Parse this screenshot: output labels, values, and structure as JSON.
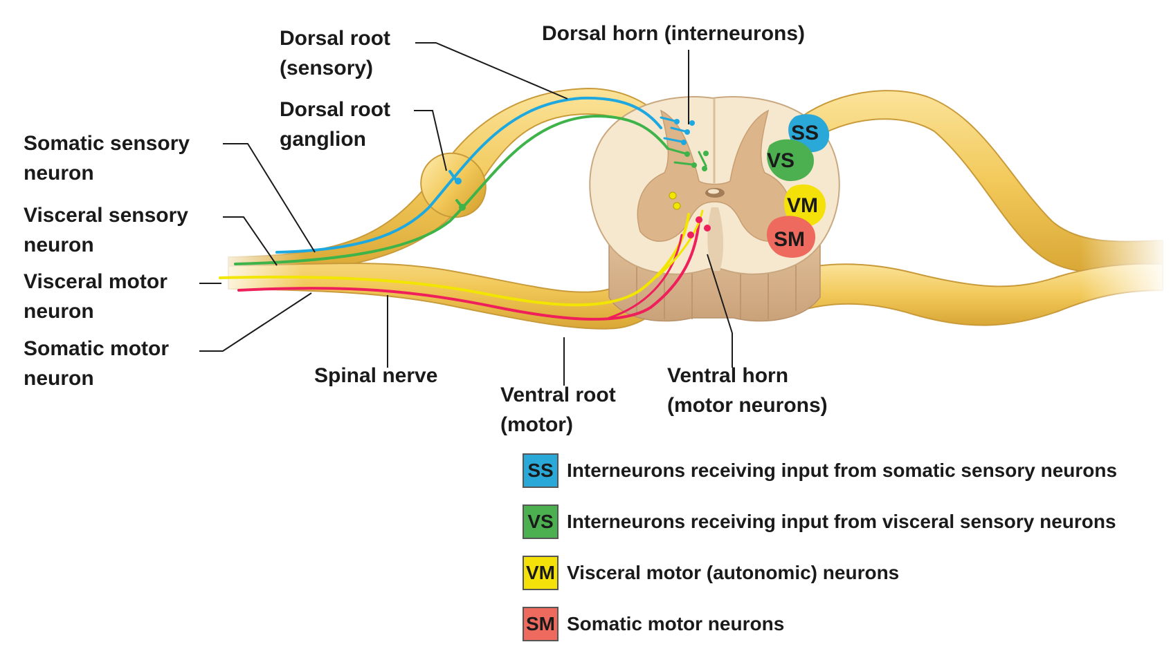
{
  "labels": {
    "dorsal_root": [
      "Dorsal root",
      "(sensory)"
    ],
    "dorsal_horn": "Dorsal horn (interneurons)",
    "dorsal_root_ganglion": [
      "Dorsal root",
      "ganglion"
    ],
    "somatic_sensory_neuron": [
      "Somatic sensory",
      "neuron"
    ],
    "visceral_sensory_neuron": [
      "Visceral sensory",
      "neuron"
    ],
    "visceral_motor_neuron": [
      "Visceral motor",
      "neuron"
    ],
    "somatic_motor_neuron": [
      "Somatic motor",
      "neuron"
    ],
    "spinal_nerve": "Spinal nerve",
    "ventral_root": [
      "Ventral root",
      "(motor)"
    ],
    "ventral_horn": [
      "Ventral horn",
      "(motor neurons)"
    ]
  },
  "regions": {
    "ss": "SS",
    "vs": "VS",
    "vm": "VM",
    "sm": "SM"
  },
  "legend": [
    {
      "code": "SS",
      "text": "Interneurons receiving input from somatic sensory neurons",
      "color": "#2aa8d8"
    },
    {
      "code": "VS",
      "text": "Interneurons receiving input from visceral sensory neurons",
      "color": "#4caf50"
    },
    {
      "code": "VM",
      "text": "Visceral motor (autonomic) neurons",
      "color": "#f4e10a"
    },
    {
      "code": "SM",
      "text": "Somatic motor neurons",
      "color": "#ee6a5e"
    }
  ],
  "colors": {
    "somatic_sensory": "#1ea8e0",
    "visceral_sensory": "#3db34a",
    "visceral_motor": "#f2e600",
    "somatic_motor": "#ee1f5a",
    "nerve": "#f3cf62",
    "white_matter": "#f6e7cf",
    "gray_matter": "#dcb58a"
  }
}
